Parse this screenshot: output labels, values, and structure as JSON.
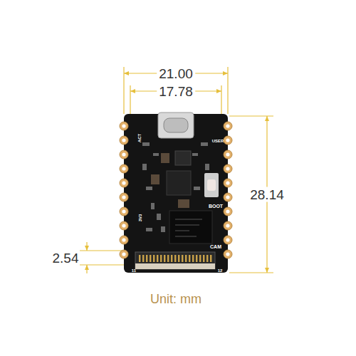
{
  "diagram": {
    "labels": [
      "21.00",
      "17.78",
      "28.14",
      "2.54",
      "Unit: mm",
      "USER",
      "BOOT",
      "CAM",
      "ACT",
      "3V3",
      "11",
      "12"
    ]
  }
}
